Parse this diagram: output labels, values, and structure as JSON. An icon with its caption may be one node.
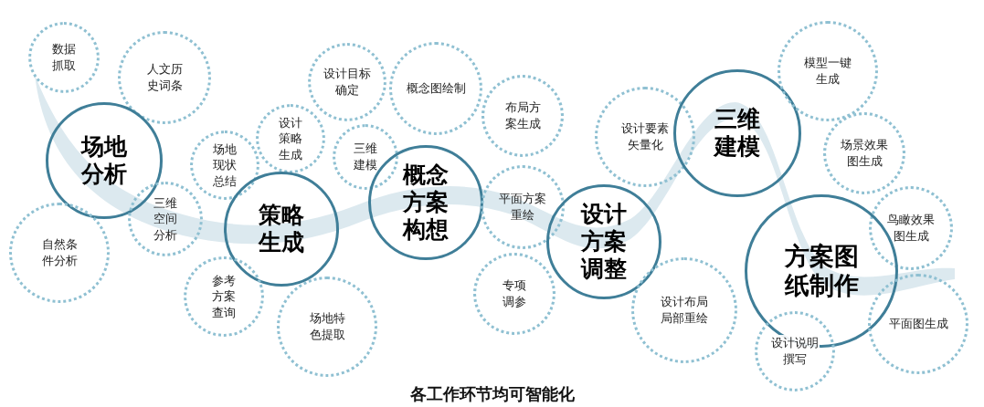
{
  "diagram": {
    "caption": "各工作环节均可智能化",
    "nodes": [
      {
        "text": [
          "数据抓取"
        ]
      },
      {
        "text": [
          "人文历史词条"
        ]
      },
      {
        "text": [
          "场地分析"
        ]
      },
      {
        "text": [
          "三维空间分析"
        ]
      },
      {
        "text": [
          "自然条件分析"
        ]
      },
      {
        "text": [
          "场地现状总结"
        ]
      },
      {
        "text": [
          "设计策略生成"
        ]
      },
      {
        "text": [
          "策略生成"
        ]
      },
      {
        "text": [
          "参考方案查询"
        ]
      },
      {
        "text": [
          "场地特色提取"
        ]
      },
      {
        "text": [
          "设计目标确定"
        ]
      },
      {
        "text": [
          "概念图绘制"
        ]
      },
      {
        "text": [
          "三维建模"
        ]
      },
      {
        "text": [
          "概念方案构想"
        ]
      },
      {
        "text": [
          "布局方案生成"
        ]
      },
      {
        "text": [
          "平面方案重绘"
        ]
      },
      {
        "text": [
          "专项调参"
        ]
      },
      {
        "text": [
          "设计要素矢量化"
        ]
      },
      {
        "text": [
          "设计方案调整"
        ]
      },
      {
        "text": [
          "设计布局局部重绘"
        ]
      },
      {
        "text": [
          "三维建模"
        ]
      },
      {
        "text": [
          "模型一键生成"
        ]
      },
      {
        "text": [
          "场景效果图生成"
        ]
      },
      {
        "text": [
          "鸟瞰效果图生成"
        ]
      },
      {
        "text": [
          "方案图纸制作"
        ]
      },
      {
        "text": [
          "设计说明撰写"
        ]
      },
      {
        "text": [
          "平面图生成"
        ]
      }
    ]
  }
}
